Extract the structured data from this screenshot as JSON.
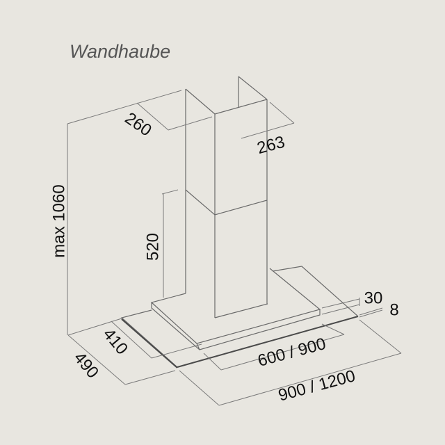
{
  "title": "Wandhaube",
  "dimensions": {
    "depth_top": "260",
    "width_chimney": "263",
    "height_max": "max 1060",
    "chimney_lower": "520",
    "plate_thickness": "30",
    "glass_thickness": "8",
    "plate_depth": "410",
    "glass_depth": "490",
    "plate_width": "600 / 900",
    "glass_width": "900 / 1200"
  },
  "colors": {
    "background": "#e8e6e0",
    "line": "#6a6a6a",
    "text": "#111111"
  }
}
